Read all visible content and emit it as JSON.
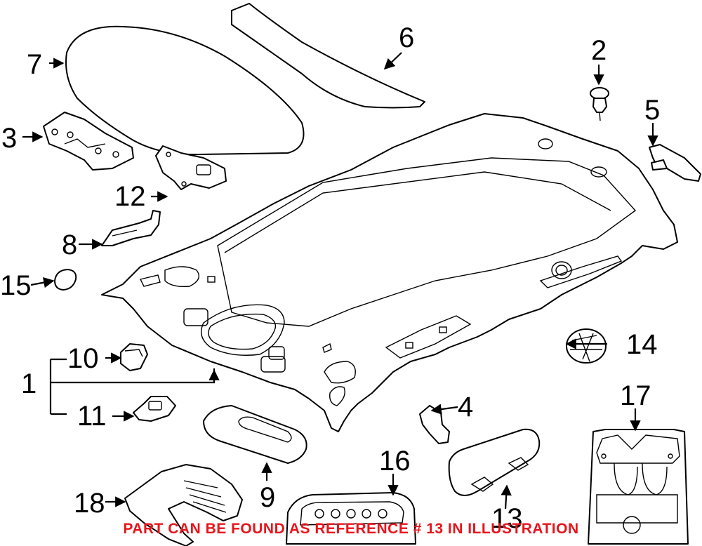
{
  "callouts": {
    "c1": "1",
    "c2": "2",
    "c3": "3",
    "c4": "4",
    "c5": "5",
    "c6": "6",
    "c7": "7",
    "c8": "8",
    "c9": "9",
    "c10": "10",
    "c11": "11",
    "c12": "12",
    "c13": "13",
    "c14": "14",
    "c15": "15",
    "c16": "16",
    "c17": "17",
    "c18": "18"
  },
  "note": "PART CAN BE FOUND AS REFERENCE # 13 IN ILLUSTRATION",
  "colors": {
    "note": "#e8141b",
    "lines": "#000000"
  }
}
